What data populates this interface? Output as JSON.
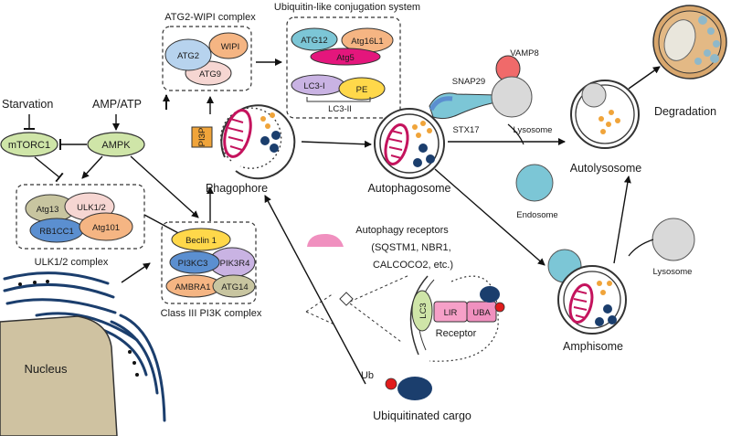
{
  "colors": {
    "green": "#cfe5a8",
    "blue": "#5b8fd0",
    "light_blue": "#b7d3ee",
    "orange": "#f5b583",
    "pink": "#f6d6d2",
    "yellow": "#ffd84a",
    "magenta": "#e4167c",
    "olive": "#c8c5a0",
    "purple": "#c9b3e3",
    "cyan": "#7cc6d6",
    "gray": "#d9d9d9",
    "nucleus": "#cfc2a1",
    "lysosome_brown": "#d9a76d",
    "navy": "#1b3e6d",
    "red": "#e01c1c"
  },
  "signals": {
    "starvation": "Starvation",
    "amp_atp": "AMP/ATP",
    "mtorc1": "mTORC1",
    "ampk": "AMPK"
  },
  "ulk_complex": {
    "title": "ULK1/2 complex",
    "atg13": "Atg13",
    "ulk12": "ULK1/2",
    "rb1cc1": "RB1CC1",
    "atg101": "Atg101"
  },
  "atg2_complex": {
    "title": "ATG2-WIPI complex",
    "atg2": "ATG2",
    "wipi": "WIPI",
    "atg9": "ATG9"
  },
  "ubiquitin_system": {
    "title": "Ubiquitin-like conjugation system",
    "atg12": "ATG12",
    "atg16l1": "Atg16L1",
    "atg5": "Atg5",
    "lc3i": "LC3-I",
    "pe": "PE",
    "lc3ii": "LC3-II"
  },
  "pi3k_complex": {
    "title": "Class III PI3K complex",
    "beclin1": "Beclin 1",
    "pik3c3": "PI3KC3",
    "pik3r4": "PIK3R4",
    "ambra1": "AMBRA1",
    "atg14": "ATG14"
  },
  "phagophore": {
    "label": "Phagophore",
    "pi3p": "PI3P"
  },
  "autophagosome": {
    "label": "Autophagosome"
  },
  "snare": {
    "snap29": "SNAP29",
    "vamp8": "VAMP8",
    "stx17": "STX17"
  },
  "lysosome": {
    "label_top": "Lysosome",
    "label_bottom": "Lysosome"
  },
  "autolysosome": {
    "label": "Autolysosome"
  },
  "degradation": {
    "label": "Degradation"
  },
  "endosome": {
    "label": "Endosome"
  },
  "amphisome": {
    "label": "Amphisome"
  },
  "receptors": {
    "title": "Autophagy receptors",
    "line1": "(SQSTM1, NBR1,",
    "line2": "CALCOCO2, etc.)",
    "lc3": "LC3",
    "lir": "LIR",
    "uba": "UBA",
    "receptor": "Receptor"
  },
  "cargo": {
    "ub": "Ub",
    "label": "Ubiquitinated cargo"
  },
  "nucleus": {
    "label": "Nucleus"
  }
}
